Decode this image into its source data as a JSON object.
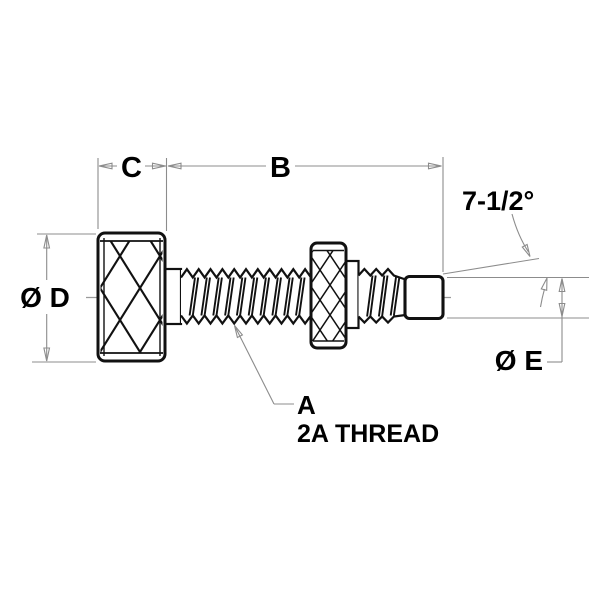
{
  "drawing": {
    "labels": {
      "dim_c": "C",
      "dim_b": "B",
      "dia_d": "Ø D",
      "dia_e": "Ø E",
      "angle": "7-1/2°",
      "callout_a": "A",
      "thread_note": "2A THREAD"
    },
    "colors": {
      "outline": "#111111",
      "dimension_lines": "#8c8c8c",
      "background": "#ffffff"
    }
  }
}
